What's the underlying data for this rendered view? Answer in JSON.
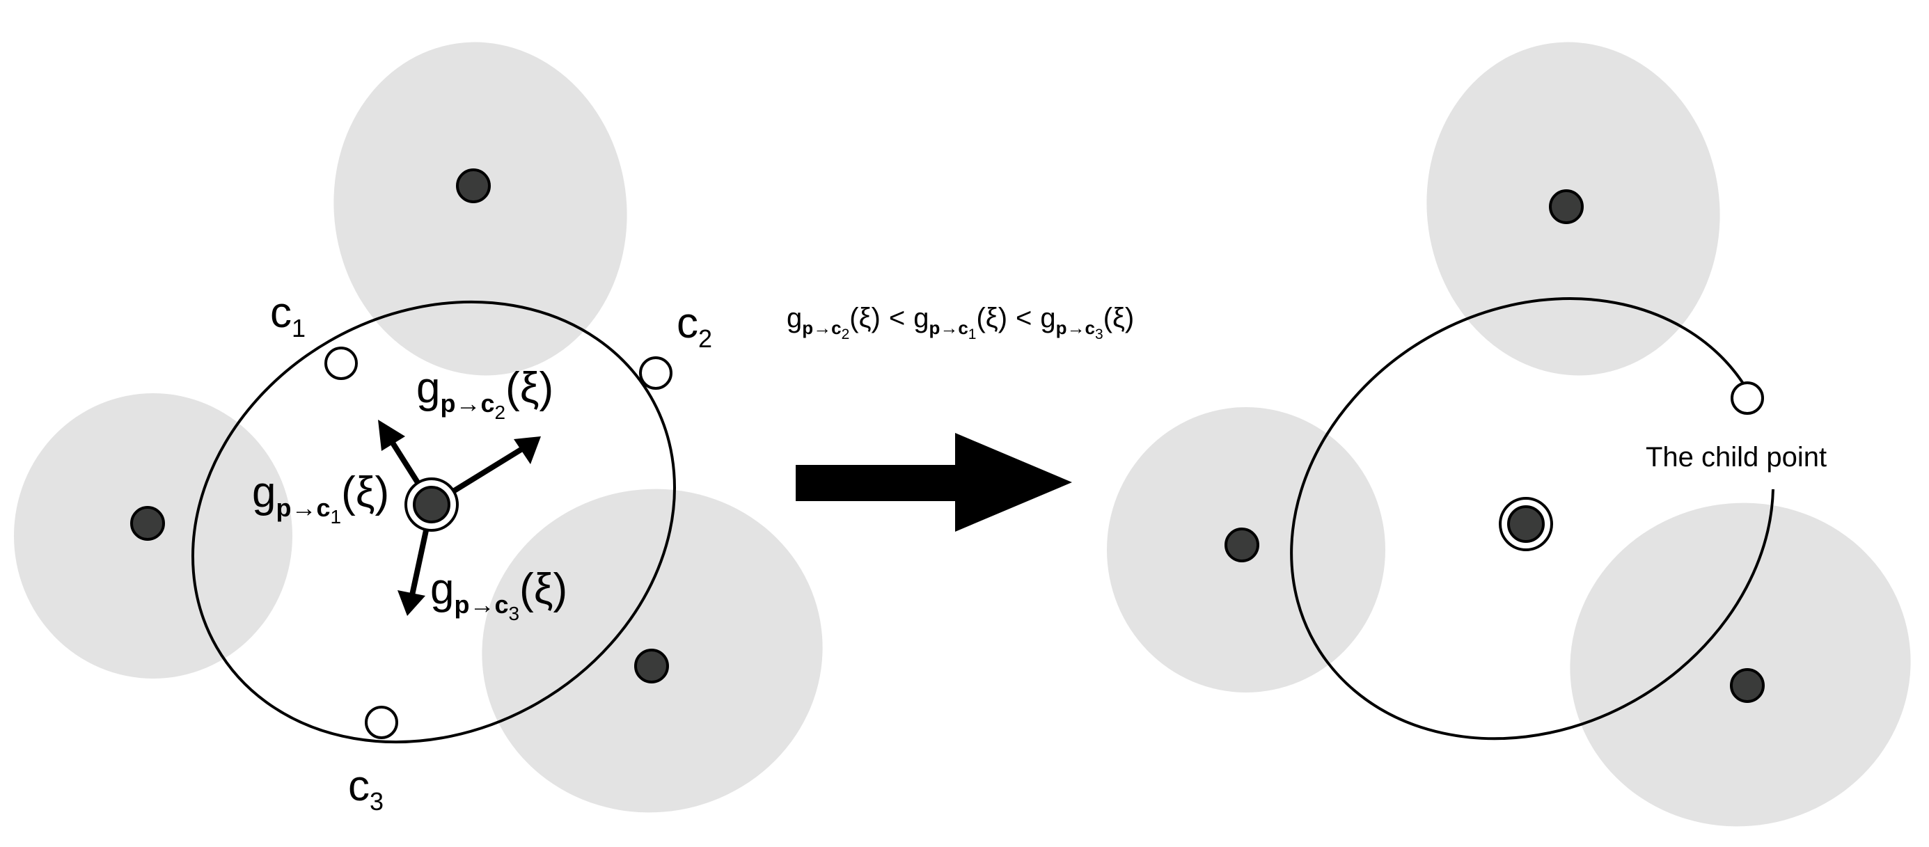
{
  "left_panel": {
    "child_labels": [
      {
        "letter": "c",
        "index": "1"
      },
      {
        "letter": "c",
        "index": "2"
      },
      {
        "letter": "c",
        "index": "3"
      }
    ],
    "gradient_labels": [
      {
        "g": "g",
        "sub": "p→c",
        "subsub": "1",
        "arg": "(ξ)"
      },
      {
        "g": "g",
        "sub": "p→c",
        "subsub": "2",
        "arg": "(ξ)"
      },
      {
        "g": "g",
        "sub": "p→c",
        "subsub": "3",
        "arg": "(ξ)"
      }
    ]
  },
  "inequality": {
    "terms": [
      {
        "g": "g",
        "sub": "p→c",
        "subsub": "2",
        "arg": "(ξ)"
      },
      {
        "g": "g",
        "sub": "p→c",
        "subsub": "1",
        "arg": "(ξ)"
      },
      {
        "g": "g",
        "sub": "p→c",
        "subsub": "3",
        "arg": "(ξ)"
      }
    ],
    "operator": "<"
  },
  "right_panel": {
    "annotation": "The child point"
  },
  "colors": {
    "shaded_region": "#e3e3e3",
    "point_fill": "#3a3b3a",
    "stroke": "#000000",
    "background": "#ffffff"
  }
}
